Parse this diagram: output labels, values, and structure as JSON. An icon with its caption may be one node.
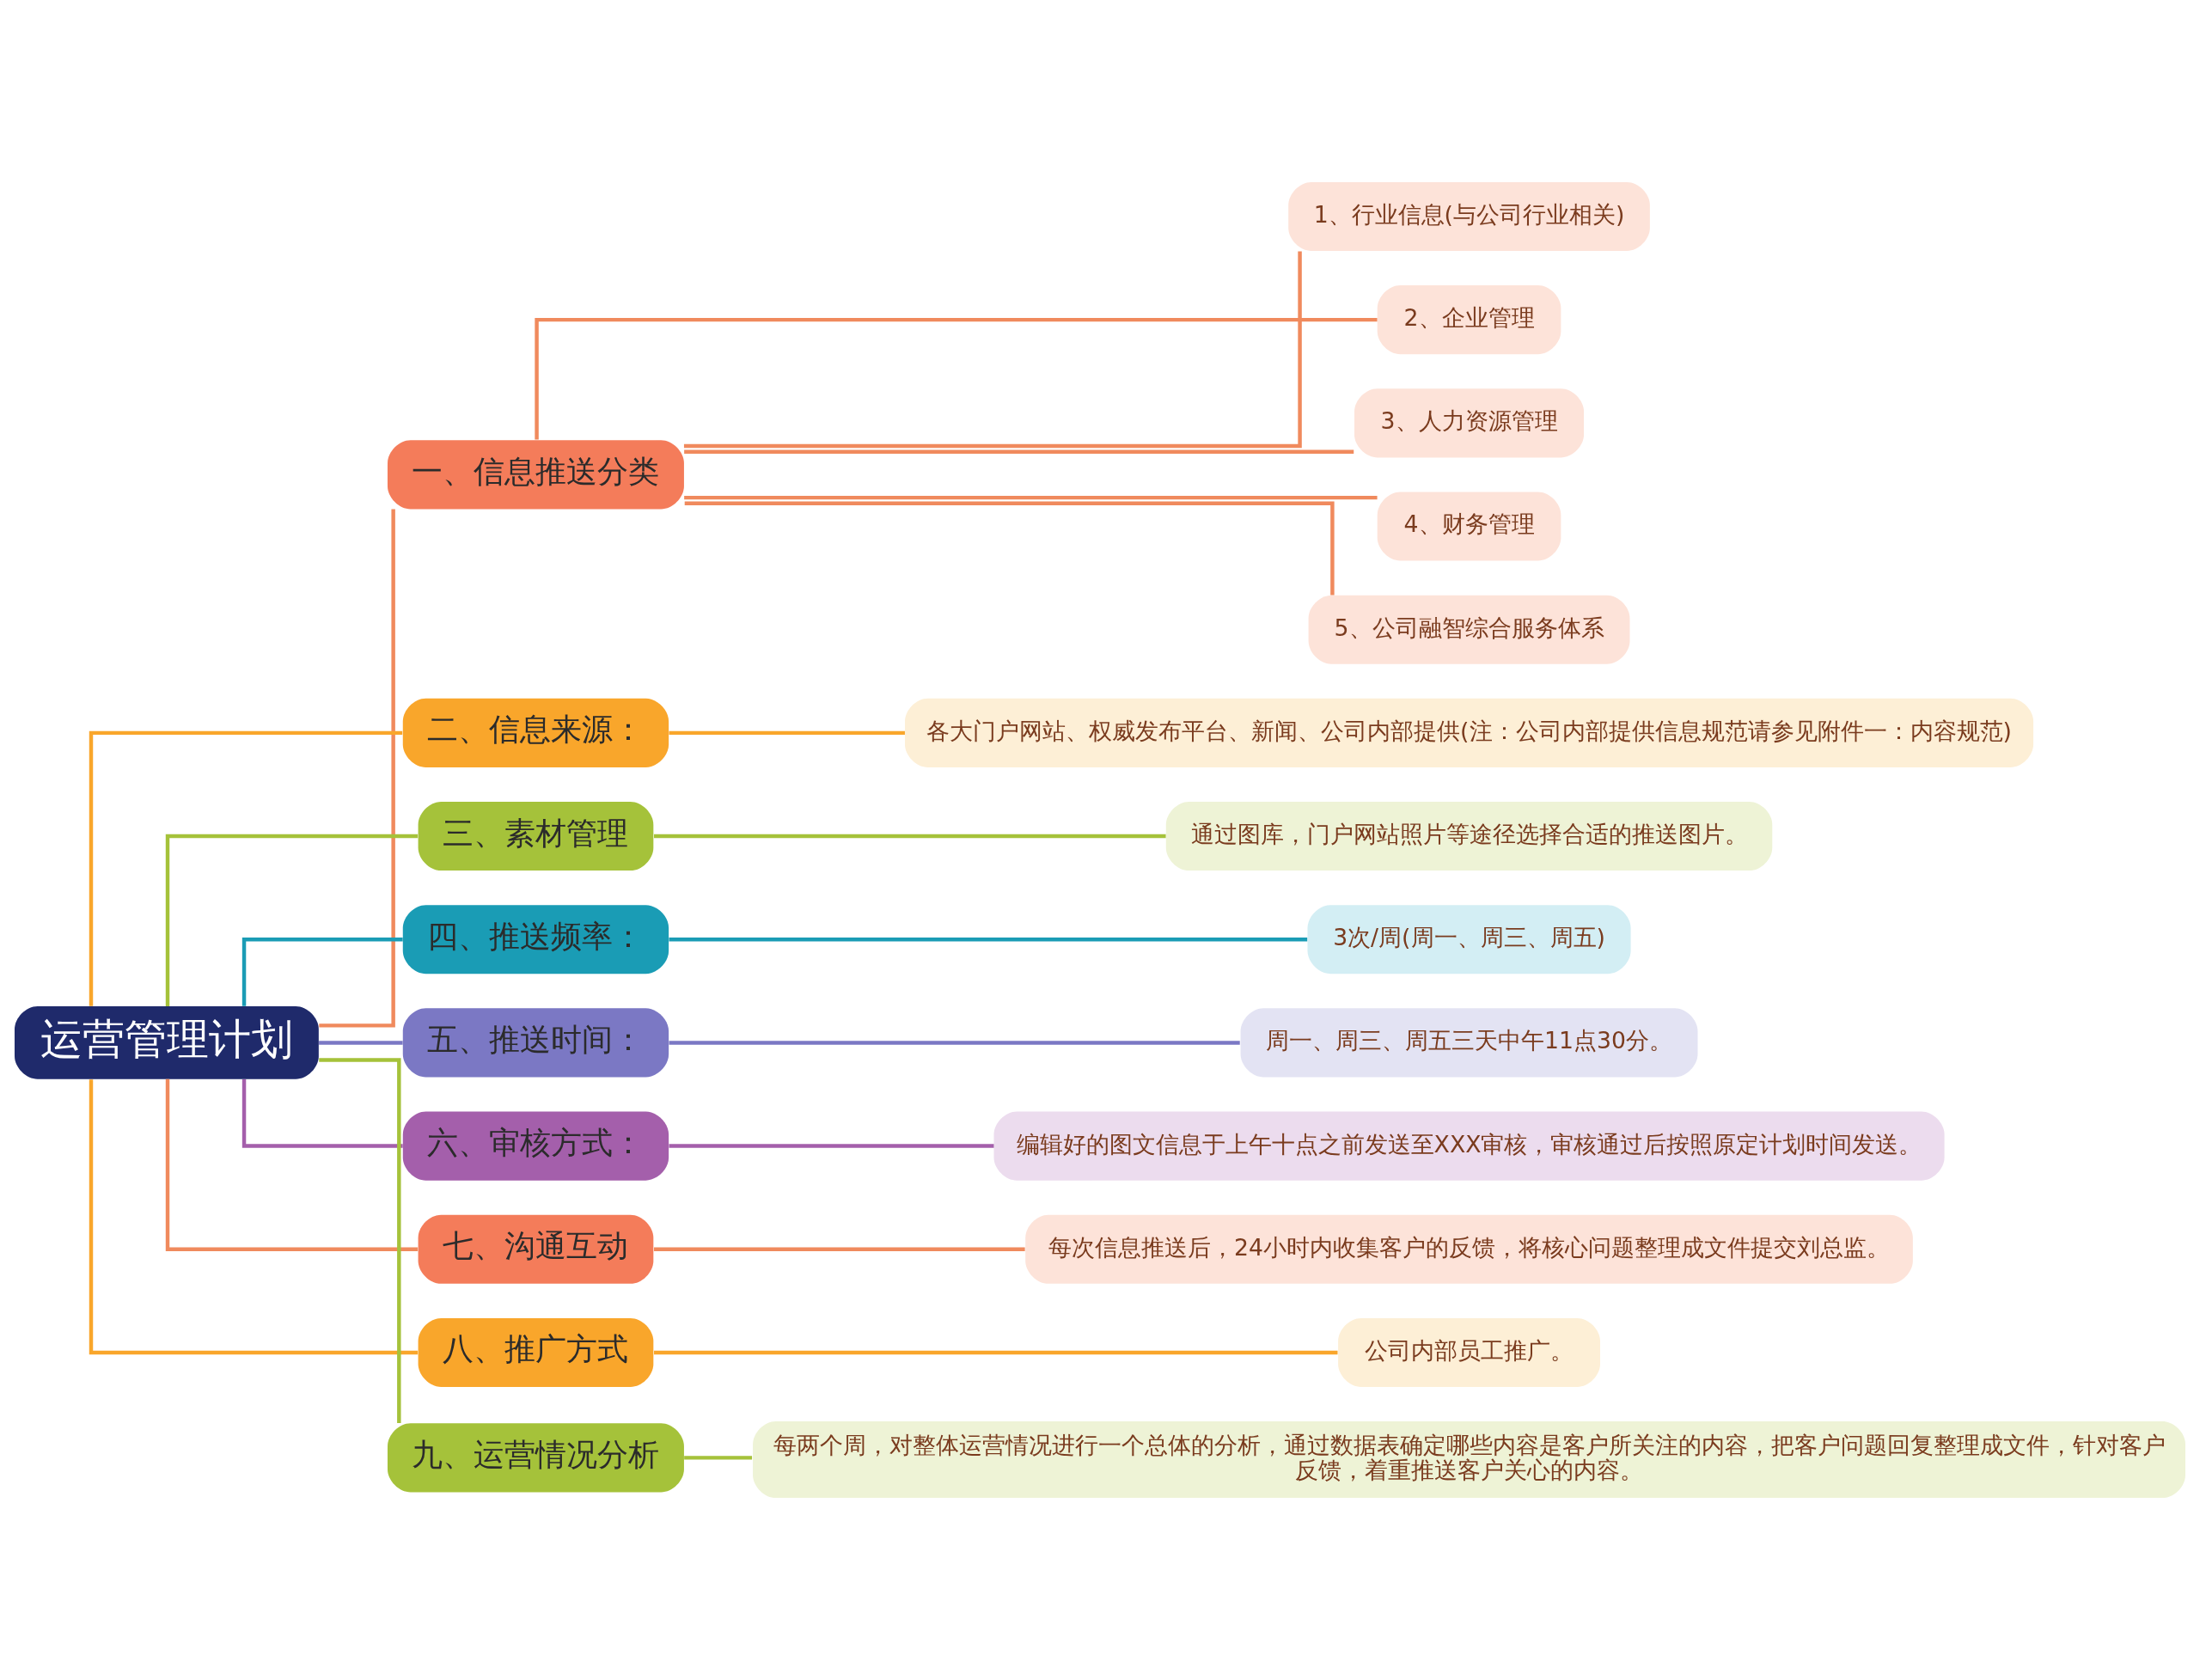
{
  "diagram": {
    "nodes": [
      {
        "text": [
          "运营管理计划"
        ]
      },
      {
        "text": [
          "一、信息推送分类"
        ]
      },
      {
        "text": [
          "1、行业信息(与公司行业相关)"
        ]
      },
      {
        "text": [
          "2、企业管理"
        ]
      },
      {
        "text": [
          "3、人力资源管理"
        ]
      },
      {
        "text": [
          "4、财务管理"
        ]
      },
      {
        "text": [
          "5、公司融智综合服务体系"
        ]
      },
      {
        "text": [
          "二、信息来源："
        ]
      },
      {
        "text": [
          "各大门户网站、权威发布平台、新闻、公司内部提供(注：公司内部提供信息规范请参见附件一：内容规范)"
        ]
      },
      {
        "text": [
          "三、素材管理"
        ]
      },
      {
        "text": [
          "通过图库，门户网站照片等途径选择合适的推送图片。"
        ]
      },
      {
        "text": [
          "四、推送频率："
        ]
      },
      {
        "text": [
          "3次/周(周一、周三、周五)"
        ]
      },
      {
        "text": [
          "五、推送时间："
        ]
      },
      {
        "text": [
          "周一、周三、周五三天中午11点30分。"
        ]
      },
      {
        "text": [
          "六、审核方式："
        ]
      },
      {
        "text": [
          "编辑好的图文信息于上午十点之前发送至XXX审核，审核通过后按照原定计划时间发送。"
        ]
      },
      {
        "text": [
          "七、沟通互动"
        ]
      },
      {
        "text": [
          "每次信息推送后，24小时内收集客户的反馈，将核心问题整理成文件提交刘总监。"
        ]
      },
      {
        "text": [
          "八、推广方式"
        ]
      },
      {
        "text": [
          "公司内部员工推广。"
        ]
      },
      {
        "text": [
          "九、运营情况分析"
        ]
      },
      {
        "text": [
          "每两个周，对整体运营情况进行一个总体的分析，通过数据表确定哪些内容是客户所关注的内容，把客户问题回复整理成文件，针对客户反馈，着重推送客户关心的内容。"
        ]
      }
    ],
    "edges": [
      {
        "from": 0,
        "to": 1,
        "arrow": "none",
        "color": "#f08a5d"
      },
      {
        "from": 1,
        "to": 2,
        "arrow": "none",
        "color": "#f08a5d"
      },
      {
        "from": 1,
        "to": 3,
        "arrow": "none",
        "color": "#f08a5d"
      },
      {
        "from": 1,
        "to": 4,
        "arrow": "none",
        "color": "#f08a5d"
      },
      {
        "from": 1,
        "to": 5,
        "arrow": "none",
        "color": "#f08a5d"
      },
      {
        "from": 1,
        "to": 6,
        "arrow": "none",
        "color": "#f08a5d"
      },
      {
        "from": 0,
        "to": 7,
        "arrow": "none",
        "color": "#f9a62b"
      },
      {
        "from": 7,
        "to": 8,
        "arrow": "none",
        "color": "#f9a62b"
      },
      {
        "from": 0,
        "to": 9,
        "arrow": "none",
        "color": "#a5c23a"
      },
      {
        "from": 9,
        "to": 10,
        "arrow": "none",
        "color": "#a5c23a"
      },
      {
        "from": 0,
        "to": 11,
        "arrow": "none",
        "color": "#1a9cb5"
      },
      {
        "from": 11,
        "to": 12,
        "arrow": "none",
        "color": "#1a9cb5"
      },
      {
        "from": 0,
        "to": 13,
        "arrow": "none",
        "color": "#7b78c4"
      },
      {
        "from": 13,
        "to": 14,
        "arrow": "none",
        "color": "#7b78c4"
      },
      {
        "from": 0,
        "to": 15,
        "arrow": "none",
        "color": "#a45fab"
      },
      {
        "from": 15,
        "to": 16,
        "arrow": "none",
        "color": "#a45fab"
      },
      {
        "from": 0,
        "to": 17,
        "arrow": "none",
        "color": "#f08a5d"
      },
      {
        "from": 17,
        "to": 18,
        "arrow": "none",
        "color": "#f08a5d"
      },
      {
        "from": 0,
        "to": 19,
        "arrow": "none",
        "color": "#f9a62b"
      },
      {
        "from": 19,
        "to": 20,
        "arrow": "none",
        "color": "#f9a62b"
      },
      {
        "from": 0,
        "to": 21,
        "arrow": "none",
        "color": "#a5c23a"
      },
      {
        "from": 21,
        "to": 22,
        "arrow": "none",
        "color": "#a5c23a"
      }
    ]
  }
}
